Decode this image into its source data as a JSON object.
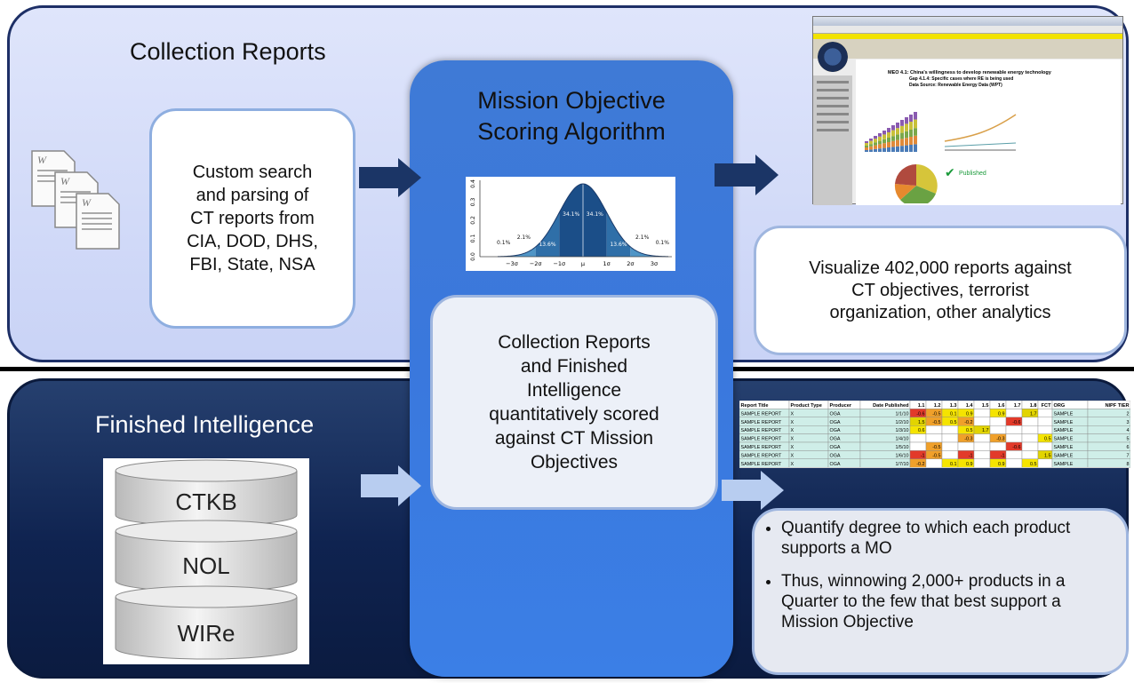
{
  "sections": {
    "collection_title": "Collection Reports",
    "finished_title": "Finished Intelligence"
  },
  "search_box": {
    "text_lines": [
      "Custom search",
      "and parsing of",
      "CT reports from",
      "CIA, DOD, DHS,",
      "FBI, State, NSA"
    ]
  },
  "algorithm": {
    "title_line1": "Mission Objective",
    "title_line2": "Scoring Algorithm",
    "bell_curve": {
      "y_ticks": [
        "0.0",
        "0.1",
        "0.2",
        "0.3",
        "0.4"
      ],
      "x_ticks": [
        "−3σ",
        "−2σ",
        "−1σ",
        "μ",
        "1σ",
        "2σ",
        "3σ"
      ],
      "percent_labels": [
        "0.1%",
        "2.1%",
        "13.6%",
        "34.1%",
        "34.1%",
        "13.6%",
        "2.1%",
        "0.1%"
      ],
      "colors": {
        "dark": "#1b4e88",
        "mid": "#2f6fa8",
        "light": "#4f95c6"
      }
    }
  },
  "finished_box": {
    "text_lines": [
      "Collection Reports",
      "and Finished",
      "Intelligence",
      "quantitatively scored",
      "against CT Mission",
      "Objectives"
    ]
  },
  "visualize_box": {
    "text_lines": [
      "Visualize 402,000  reports against",
      "CT objectives, terrorist",
      "organization, other analytics"
    ]
  },
  "bullets": [
    "Quantify degree to which each product supports a MO",
    "Thus, winnowing 2,000+ products in a Quarter to the few that best support a Mission Objective"
  ],
  "databases": [
    "CTKB",
    "NOL",
    "WIRe"
  ],
  "doc_icon_letter": "W",
  "dashboard_thumbnail": {
    "heading": "MEO 4.1: China's willingness to develop renewable energy technology",
    "subheading": "Gap 4.1.4: Specific cases where RE is being used",
    "source": "Data Source: Renewable Energy Data (WPT)",
    "published_label": "Published"
  },
  "table_thumbnail": {
    "headers": [
      "Report Title",
      "Product Type",
      "Producer",
      "Date Published",
      "1.1",
      "1.2",
      "1.3",
      "1.4",
      "1.5",
      "1.6",
      "1.7",
      "1.8",
      "FCT",
      "ORG",
      "NIPF TIER"
    ],
    "rows": [
      [
        "SAMPLE REPORT",
        "X",
        "OGA",
        "1/1/10",
        "-0.6",
        "-0.5",
        "0.1",
        "0.9",
        "",
        "0.9",
        "",
        "1.7",
        "",
        "SAMPLE",
        "2"
      ],
      [
        "SAMPLE REPORT",
        "X",
        "OGA",
        "1/2/10",
        "1.5",
        "-0.5",
        "0.5",
        "-0.2",
        "",
        "",
        "-0.6",
        "",
        "",
        "SAMPLE",
        "3"
      ],
      [
        "SAMPLE REPORT",
        "X",
        "OGA",
        "1/3/10",
        "0.6",
        "",
        "",
        "0.5",
        "1.7",
        "",
        "",
        "",
        "",
        "SAMPLE",
        "4"
      ],
      [
        "SAMPLE REPORT",
        "X",
        "OGA",
        "1/4/10",
        "",
        "",
        "",
        "-0.3",
        "",
        "-0.3",
        "",
        "",
        "0.5",
        "SAMPLE",
        "5"
      ],
      [
        "SAMPLE REPORT",
        "X",
        "OGA",
        "1/5/10",
        "",
        "-0.5",
        "",
        "",
        "",
        "",
        "-0.6",
        "",
        "",
        "SAMPLE",
        "6"
      ],
      [
        "SAMPLE REPORT",
        "X",
        "OGA",
        "1/6/10",
        "-1",
        "-0.5",
        "",
        "-1",
        "",
        "-1",
        "",
        "",
        "1.5",
        "SAMPLE",
        "7"
      ],
      [
        "SAMPLE REPORT",
        "X",
        "OGA",
        "1/7/10",
        "-0.2",
        "",
        "0.1",
        "0.9",
        "",
        "0.9",
        "",
        "0.5",
        "",
        "SAMPLE",
        "8"
      ]
    ]
  },
  "colors": {
    "top_panel": "#d2daf8",
    "bottom_panel": "#0f2350",
    "algorithm_panel": "#3b7be0",
    "arrow_dark": "#1b3566",
    "arrow_light": "#b8cdf0"
  }
}
